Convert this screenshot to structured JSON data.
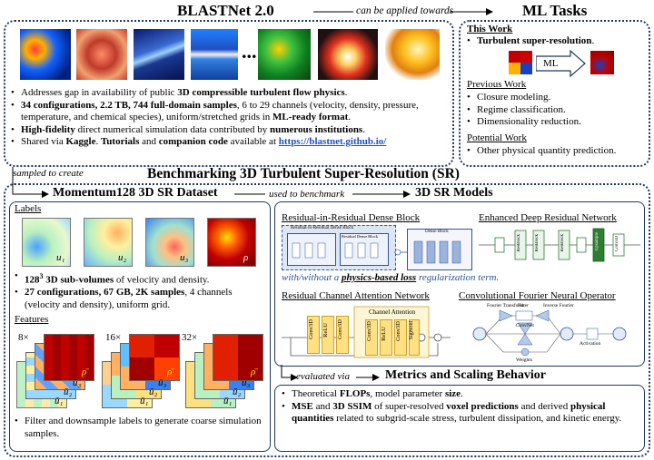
{
  "top": {
    "title": "BLASTNet 2.0",
    "connector": "can be applied towards",
    "ellipsis": "...",
    "b1_pre": "Addresses gap in availability of public ",
    "b1_bold": "3D compressible turbulent flow physics",
    "b1_post": ".",
    "b2_bold": "34 configurations, 2.2 TB, 744 full-domain samples",
    "b2_mid": ", 6 to 29 channels (velocity, density, pressure, temperature, and chemical species), uniform/stretched grids in ",
    "b2_bold2": "ML-ready format",
    "b2_post": ".",
    "b3_bold": "High-fidelity",
    "b3_mid": " direct numerical simulation data contributed by ",
    "b3_bold2": "numerous institutions",
    "b3_post": ".",
    "b4_pre": "Shared via ",
    "b4_kaggle": "Kaggle",
    "b4_mid": ". ",
    "b4_tut": "Tutorials",
    "b4_and": " and ",
    "b4_code": "companion code",
    "b4_avail": " available at ",
    "b4_link": "https://blastnet.github.io/"
  },
  "ml": {
    "title": "ML Tasks",
    "this_work": "This Work",
    "tsr": "Turbulent super-resolution",
    "tsr_post": ".",
    "ml_label": "ML",
    "prev_work": "Previous Work",
    "prev_items": [
      "Closure modeling.",
      "Regime classification.",
      "Dimensionality reduction."
    ],
    "pot_work": "Potential Work",
    "pot_items": [
      "Other physical quantity prediction."
    ]
  },
  "sampled": "sampled to create",
  "bench_title": "Benchmarking 3D Turbulent Super-Resolution (SR)",
  "dataset": {
    "title": "Momentum128 3D SR Dataset",
    "used": "used to benchmark",
    "labels": "Labels",
    "label_names": [
      "u₁",
      "u₂",
      "u₃",
      "ρ"
    ],
    "l1_bold": "128",
    "l1_sup": "3",
    "l1_bold2": " 3D sub-volumes",
    "l1_post": " of velocity and density.",
    "l2_bold": "27 configurations, 67 GB, 2K samples",
    "l2_post": ", 4 channels (velocity and density), uniform grid.",
    "features": "Features",
    "factors": [
      "8×",
      "16×",
      "32×"
    ],
    "feat_labels": [
      "ρ̄",
      "ū₃",
      "ū₂",
      "ū₁"
    ],
    "f_text": "Filter and downsample labels to generate coarse simulation samples."
  },
  "models": {
    "title": "3D SR Models",
    "rrdb": "Residual-in-Residual Dense Block",
    "edrn": "Enhanced Deep Residual Network",
    "phys_pre": "with/without a ",
    "phys_link": "physics-based loss",
    "phys_post": " regularization term.",
    "rcan": "Residual Channel Attention Network",
    "cfno": "Convolutional Fourier Neural Operator",
    "conv3d": "Conv3D",
    "relu": "ReLU",
    "sigmoid": "Sigmoid",
    "channel_attention": "Channel Attention",
    "resblock": "ResBlock",
    "upsample": "Upsample",
    "fourier": "Fourier Transform",
    "filter": "Filter",
    "inv_fourier": "Inverse Fourier",
    "convnet": "ConvNet",
    "activation": "Activation",
    "weights": "Weights",
    "dense_block": "Dense Block",
    "rdb": "Residual Dense Block",
    "rrdb_small": "Residual-in-Residual Dense Block"
  },
  "metrics": {
    "evaluated": "evaluated via",
    "title": "Metrics and Scaling Behavior",
    "m1_pre": "Theoretical ",
    "m1_bold": "FLOPs",
    "m1_mid": ", model parameter ",
    "m1_bold2": "size",
    "m1_post": ".",
    "m2_bold": "MSE",
    "m2_and": " and ",
    "m2_bold2": "3D SSIM",
    "m2_mid": " of super-resolved ",
    "m2_bold3": "voxel predictions",
    "m2_mid2": " and derived ",
    "m2_bold4": "physical quantities",
    "m2_post": " related to subgrid-scale stress, turbulent dissipation, and kinetic energy."
  },
  "colors": {
    "frame": "#1f3864",
    "link": "#1f4fbf",
    "accent": "#2f5597"
  }
}
